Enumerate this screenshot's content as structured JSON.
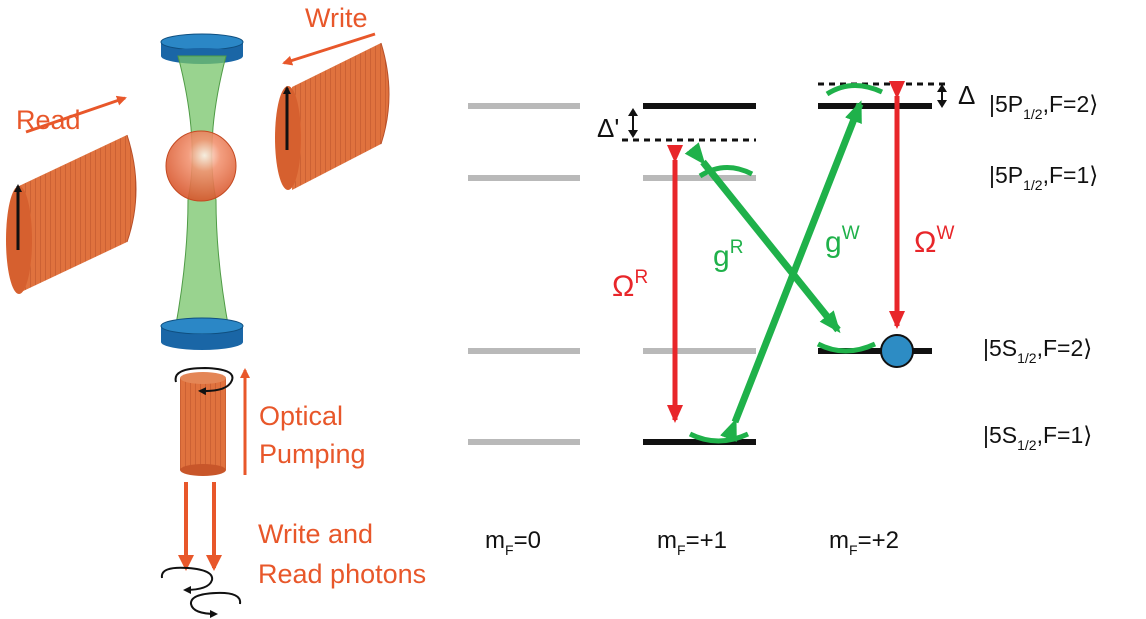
{
  "labels": {
    "write": "Write",
    "read": "Read",
    "optical_pumping_line1": "Optical",
    "optical_pumping_line2": "Pumping",
    "photons_line1": "Write and",
    "photons_line2": "Read photons"
  },
  "levels": {
    "p2": {
      "prefix": "|5P",
      "sub": "1/2",
      "suffix": ",F=2⟩"
    },
    "p1": {
      "prefix": "|5P",
      "sub": "1/2",
      "suffix": ",F=1⟩"
    },
    "s2": {
      "prefix": "|5S",
      "sub": "1/2",
      "suffix": ",F=2⟩"
    },
    "s1": {
      "prefix": "|5S",
      "sub": "1/2",
      "suffix": ",F=1⟩"
    }
  },
  "mf": [
    {
      "base": "m",
      "sub": "F",
      "value": "=0"
    },
    {
      "base": "m",
      "sub": "F",
      "value": "=+1"
    },
    {
      "base": "m",
      "sub": "F",
      "value": "=+2"
    }
  ],
  "detunings": {
    "delta_prime": "Δ'",
    "delta": "Δ"
  },
  "couplings": {
    "omega_r": {
      "base": "Ω",
      "sup": "R"
    },
    "omega_w": {
      "base": "Ω",
      "sup": "W"
    },
    "g_r": {
      "base": "g",
      "sup": "R"
    },
    "g_w": {
      "base": "g",
      "sup": "W"
    }
  },
  "colors": {
    "orange": "#e8572a",
    "red": "#e8262a",
    "green": "#1fb14a",
    "blue": "#1e75b4",
    "gray": "#b9b9b9",
    "black": "#111111"
  }
}
